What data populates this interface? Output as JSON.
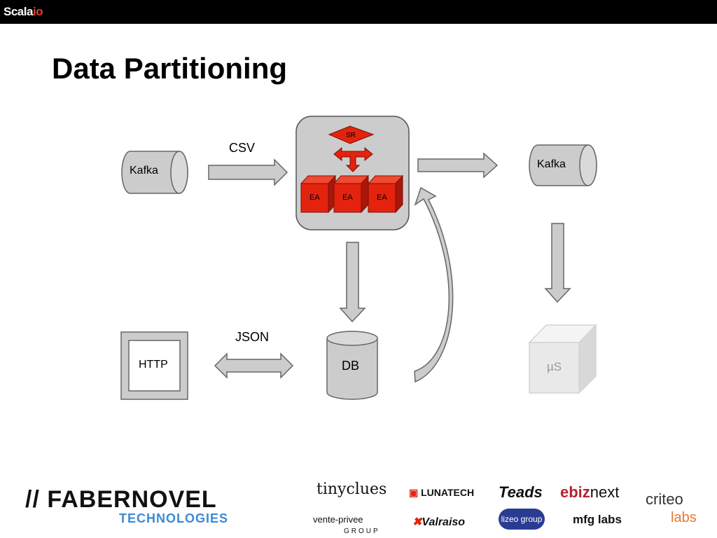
{
  "header": {
    "brand_main": "Scala",
    "brand_accent": "io"
  },
  "title": "Data Partitioning",
  "diagram": {
    "kafka_in": "Kafka",
    "csv_label": "CSV",
    "sr_label": "SR",
    "ea_labels": [
      "EA",
      "EA",
      "EA"
    ],
    "kafka_out": "Kafka",
    "http_label": "HTTP",
    "json_label": "JSON",
    "db_label": "DB",
    "micro_service": "µS"
  },
  "colors": {
    "red": "#e3230e",
    "grey_fill": "#cccccc",
    "grey_stroke": "#666666",
    "accent": "#e8412c"
  },
  "sponsors": {
    "fabernovel_top": "// FABERNOVEL",
    "fabernovel_bottom": "TECHNOLOGIES",
    "tinyclues": "tinyclues",
    "lunatech": "LUNATECH",
    "teads": "Teads",
    "ebiznext_e": "ebiz",
    "ebiznext_n": "next",
    "criteo": "criteo",
    "labs": "labs",
    "ventep": "vente-privee",
    "group": "GROUP",
    "valraiso": "Valraiso",
    "lizeo": "lizeo group",
    "mfglabs": "mfg labs"
  }
}
